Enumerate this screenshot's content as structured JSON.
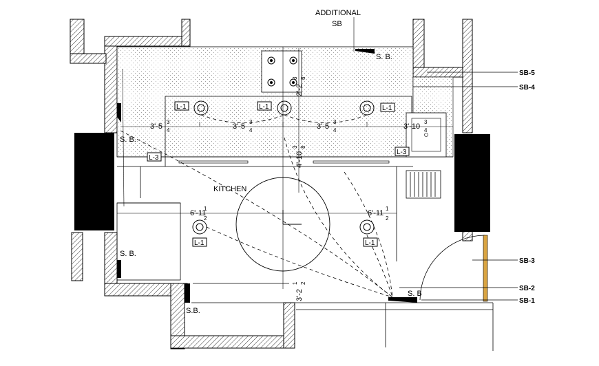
{
  "annotations": {
    "additional_line1": "ADDITIONAL",
    "additional_line2": "SB",
    "sb_top": "S. B.",
    "sb_left": "S. B.",
    "sb_left_lower": "S. B.",
    "sb_bottom_left": "S.B.",
    "sb_bottom_right": "S. B",
    "room_name": "KITCHEN"
  },
  "fixture_tags": {
    "l1_a": "L-1",
    "l1_b": "L-1",
    "l1_c": "L-1",
    "l1_d": "L-1",
    "l1_e": "L-1",
    "l3_left": "L-3",
    "l3_right": "L-3"
  },
  "dimensions": {
    "d1": {
      "whole": "3'-5",
      "num": "3",
      "den": "4"
    },
    "d2": {
      "whole": "3'-5",
      "num": "3",
      "den": "4"
    },
    "d3": {
      "whole": "3'-5",
      "num": "3",
      "den": "4"
    },
    "d4": {
      "whole": "3'-10",
      "num": "3",
      "den": "4"
    },
    "d5": {
      "whole": "6'-11",
      "num": "1",
      "den": "2"
    },
    "d6": {
      "whole": "6'-11",
      "num": "1",
      "den": "2"
    },
    "v1": {
      "whole": "2'-2",
      "num": "3",
      "den": "8"
    },
    "v2": {
      "whole": "4'-10",
      "num": "3",
      "den": "8"
    },
    "v3": {
      "whole": "3'-2",
      "num": "1",
      "den": "2"
    }
  },
  "references": {
    "sb5": "SB-5",
    "sb4": "SB-4",
    "sb3": "SB-3",
    "sb2": "SB-2",
    "sb1": "SB-1"
  },
  "colors": {
    "line": "#000000",
    "door_hinge": "#d9a441",
    "window": "#000000",
    "floor_dots": "#8a8a8a"
  }
}
